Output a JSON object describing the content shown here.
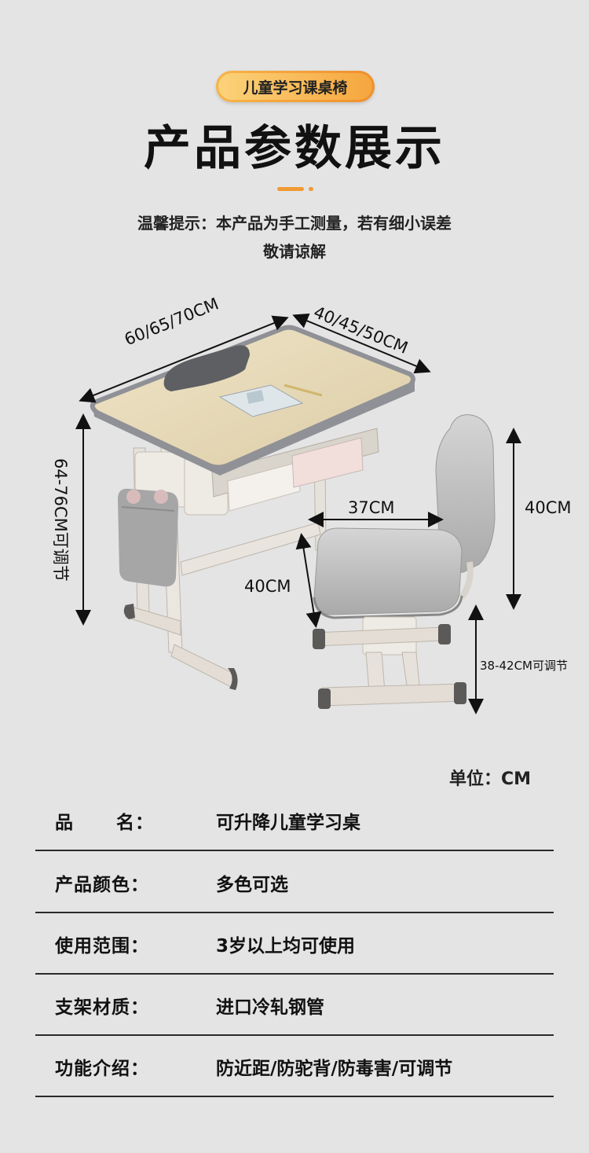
{
  "header": {
    "tag": "儿童学习课桌椅",
    "title": "产品参数展示",
    "note_line1": "温馨提示：本产品为手工测量，若有细小误差",
    "note_line2": "敬请谅解"
  },
  "dimensions": {
    "desk_width": "60/65/70CM",
    "desk_depth": "40/45/50CM",
    "desk_height": "64-76CM可调节",
    "seat_width": "37CM",
    "seat_depth": "40CM",
    "backrest_height": "40CM",
    "seat_height": "38-42CM可调节"
  },
  "unit": "单位：CM",
  "specs": [
    {
      "key": "品      名：",
      "value": "可升降儿童学习桌"
    },
    {
      "key": "产品颜色：",
      "value": "多色可选"
    },
    {
      "key": "使用范围：",
      "value": "3岁以上均可使用"
    },
    {
      "key": "支架材质：",
      "value": "进口冷轧钢管"
    },
    {
      "key": "功能介绍：",
      "value": "防近距/防驼背/防毒害/可调节"
    }
  ],
  "colors": {
    "accent": "#f29a33",
    "background": "#e4e4e4",
    "desktop": "#e6d9b8",
    "frame": "#e8e4df",
    "seat": "#c9c9c9"
  }
}
